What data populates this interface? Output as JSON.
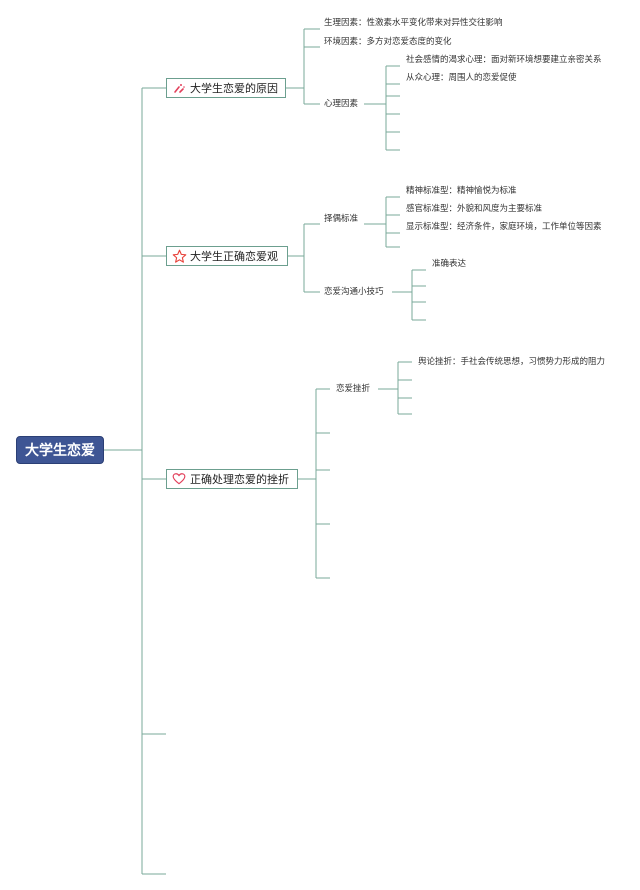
{
  "root": {
    "label": "大学生恋爱"
  },
  "branches": {
    "b1": {
      "label": "大学生恋爱的原因",
      "icon": "sparkle-icon",
      "c1": "生理因素：性激素水平变化带来对异性交往影响",
      "c2": "环境因素：多方对恋爱态度的变化",
      "c3": {
        "label": "心理因素",
        "g1": "社会感情的渴求心理：面对新环境想要建立亲密关系",
        "g2": "从众心理：周围人的恋爱促使"
      }
    },
    "b2": {
      "label": "大学生正确恋爱观",
      "icon": "star-icon",
      "c1": {
        "label": "择偶标准",
        "g1": "精神标准型：精神愉悦为标准",
        "g2": "感官标准型：外貌和风度为主要标准",
        "g3": "显示标准型：经济条件，家庭环境，工作单位等因素"
      },
      "c2": {
        "label": "恋爱沟通小技巧",
        "g1": "准确表达"
      }
    },
    "b3": {
      "label": "正确处理恋爱的挫折",
      "icon": "heart-icon",
      "c1": {
        "label": "恋爱挫折",
        "g1": "舆论挫折：手社会传统思想，习惯势力形成的阻力"
      }
    }
  },
  "colors": {
    "root_bg": "#3e5594",
    "line": "#7aa99a",
    "star": "#e8433b",
    "heart": "#e2405b"
  }
}
